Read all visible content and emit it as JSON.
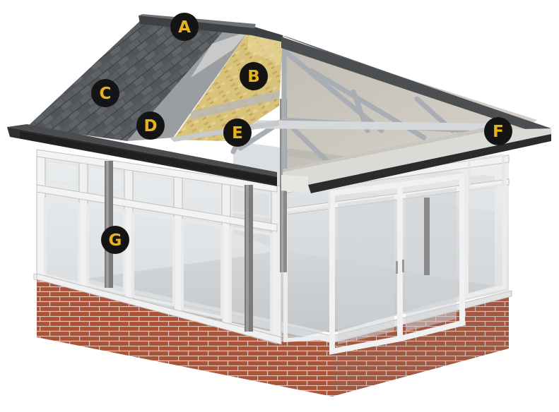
{
  "diagram": {
    "colors": {
      "badge_fill": "#141414",
      "badge_letter": "#e8b21c",
      "slate": "#55585c",
      "insulation": "#d8c27c",
      "frame_white": "#eeeeee",
      "frame_grey": "#6e6e6e",
      "brick": "#b4563a",
      "glass": "#d9dde0"
    },
    "markers": [
      {
        "id": "A",
        "label": "A"
      },
      {
        "id": "B",
        "label": "B"
      },
      {
        "id": "C",
        "label": "C"
      },
      {
        "id": "D",
        "label": "D"
      },
      {
        "id": "E",
        "label": "E"
      },
      {
        "id": "F",
        "label": "F"
      },
      {
        "id": "G",
        "label": "G"
      }
    ]
  }
}
